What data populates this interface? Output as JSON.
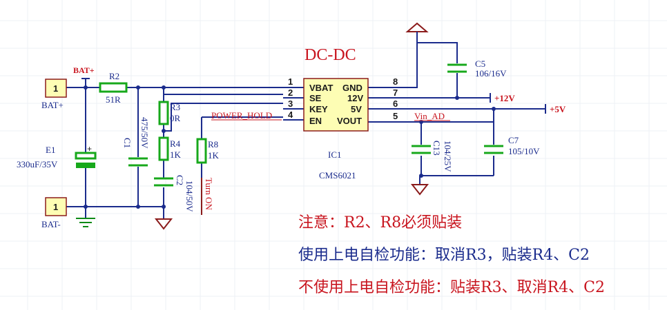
{
  "title": "DC-DC",
  "ic": {
    "refdes": "IC1",
    "part": "CMS6021",
    "left_pins": [
      {
        "num": "1",
        "name": "VBAT"
      },
      {
        "num": "2",
        "name": "SE"
      },
      {
        "num": "3",
        "name": "KEY"
      },
      {
        "num": "4",
        "name": "EN"
      }
    ],
    "right_pins": [
      {
        "num": "8",
        "name": "GND"
      },
      {
        "num": "7",
        "name": "12V"
      },
      {
        "num": "6",
        "name": "5V"
      },
      {
        "num": "5",
        "name": "VOUT"
      }
    ]
  },
  "connectors": [
    {
      "pin": "1",
      "label": "BAT+"
    },
    {
      "pin": "1",
      "label": "BAT-"
    }
  ],
  "components": {
    "E1": {
      "ref": "E1",
      "value": "330uF/35V"
    },
    "R2": {
      "ref": "R2",
      "value": "51R"
    },
    "C1": {
      "ref": "C1",
      "value": "475/50V"
    },
    "R3": {
      "ref": "R3",
      "value": "0R"
    },
    "R4": {
      "ref": "R4",
      "value": "1K"
    },
    "C2": {
      "ref": "C2",
      "value": "104/50V"
    },
    "R8": {
      "ref": "R8",
      "value": "1K"
    },
    "C5": {
      "ref": "C5",
      "value": "106/16V"
    },
    "C13": {
      "ref": "C13",
      "value": "104/25V"
    },
    "C7": {
      "ref": "C7",
      "value": "105/10V"
    }
  },
  "nets": {
    "bat_plus": "BAT+",
    "power_hold": "POWER_HOLD",
    "turn_on": "Turn ON",
    "vin_ad": "Vin_AD",
    "v12": "+12V",
    "v5": "+5V"
  },
  "notes": [
    "注意：R2、R8必须贴装",
    "使用上电自检功能：取消R3，贴装R4、C2",
    "不使用上电自检功能：贴装R3、取消R4、C2"
  ],
  "colors": {
    "wire": "#1a2b8c",
    "component": "#17a81b",
    "label_red": "#c8141e",
    "ic_fill": "#fdfdb4",
    "connector_fill": "#fdfdb4"
  }
}
